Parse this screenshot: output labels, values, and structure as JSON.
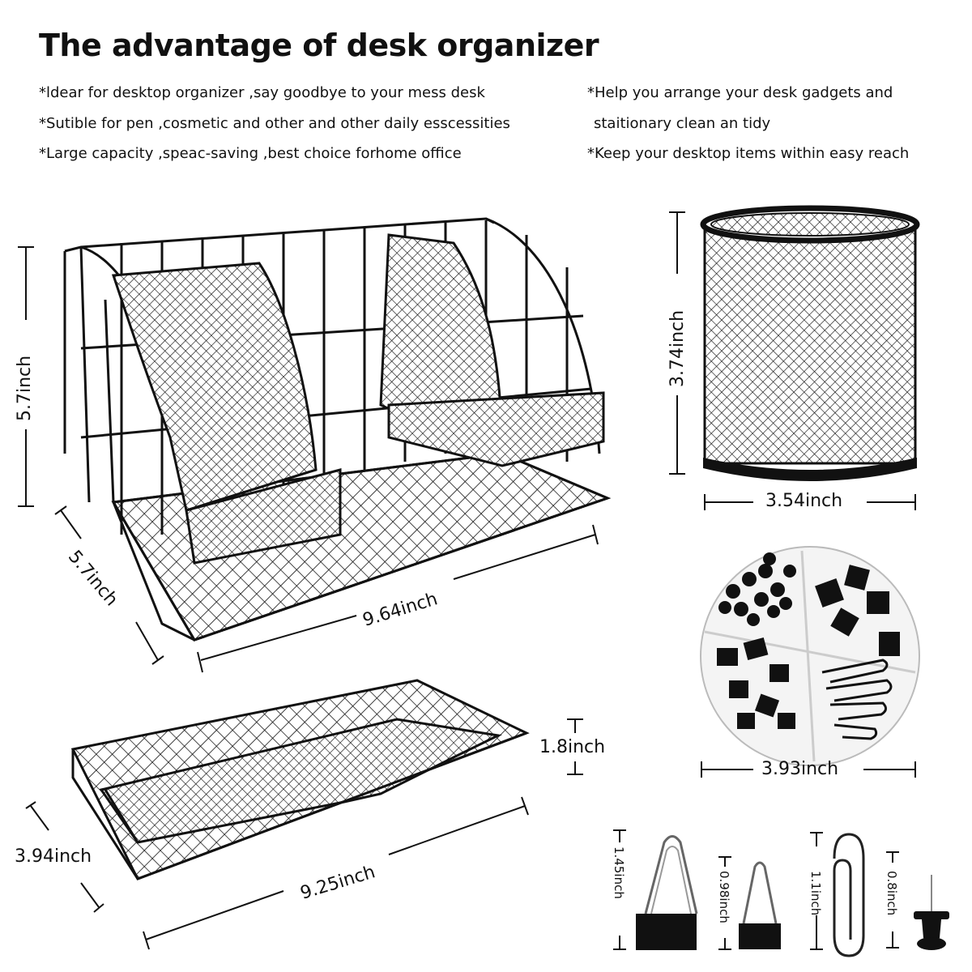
{
  "heading": "The advantage of desk organizer",
  "advantages_left": [
    "*ldear for desktop organizer ,say goodbye to your mess desk",
    "*Sutible for pen ,cosmetic and other and other daily esscessities",
    "*Large capacity ,speac-saving ,best choice forhome office"
  ],
  "advantages_right": [
    "*Help you arrange your desk gadgets and",
    "staitionary clean an tidy",
    "*Keep your desktop items within easy reach"
  ],
  "dimensions": {
    "organizer_height": "5.7inch",
    "organizer_depth": "5.7inch",
    "organizer_width": "9.64inch",
    "pen_holder_height": "3.74inch",
    "pen_holder_width": "3.54inch",
    "clip_box_width": "3.93inch",
    "tray_height": "1.8inch",
    "tray_depth": "3.94inch",
    "tray_width": "9.25inch",
    "large_clip": "1.45inch",
    "small_clip": "0.98inch",
    "paper_clip": "1.1inch",
    "push_pin": "0.8inch"
  },
  "colors": {
    "wire": "#111111",
    "text": "#111111",
    "background": "#ffffff"
  }
}
